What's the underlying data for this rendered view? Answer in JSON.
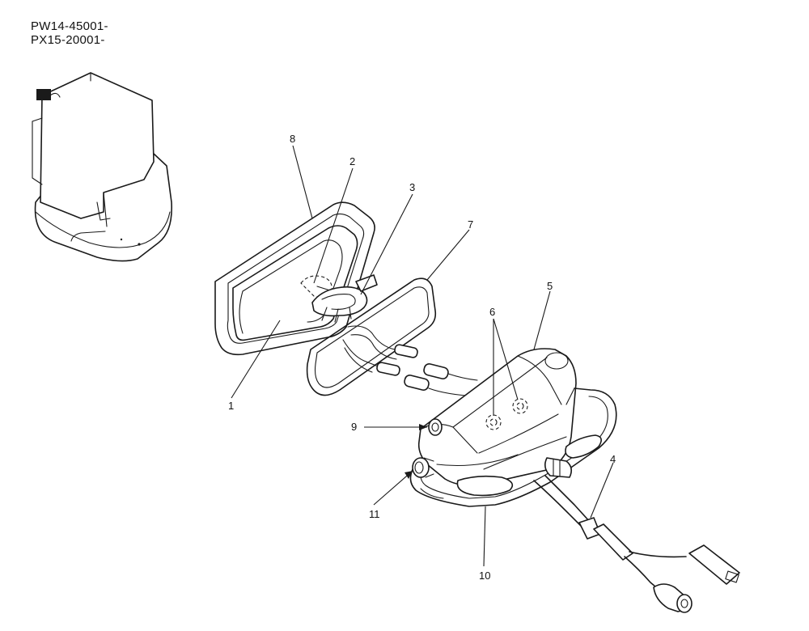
{
  "serials": [
    "PW14-45001-",
    "PX15-20001-"
  ],
  "callouts": [
    "1",
    "2",
    "3",
    "4",
    "5",
    "6",
    "7",
    "8",
    "9",
    "10",
    "11"
  ]
}
